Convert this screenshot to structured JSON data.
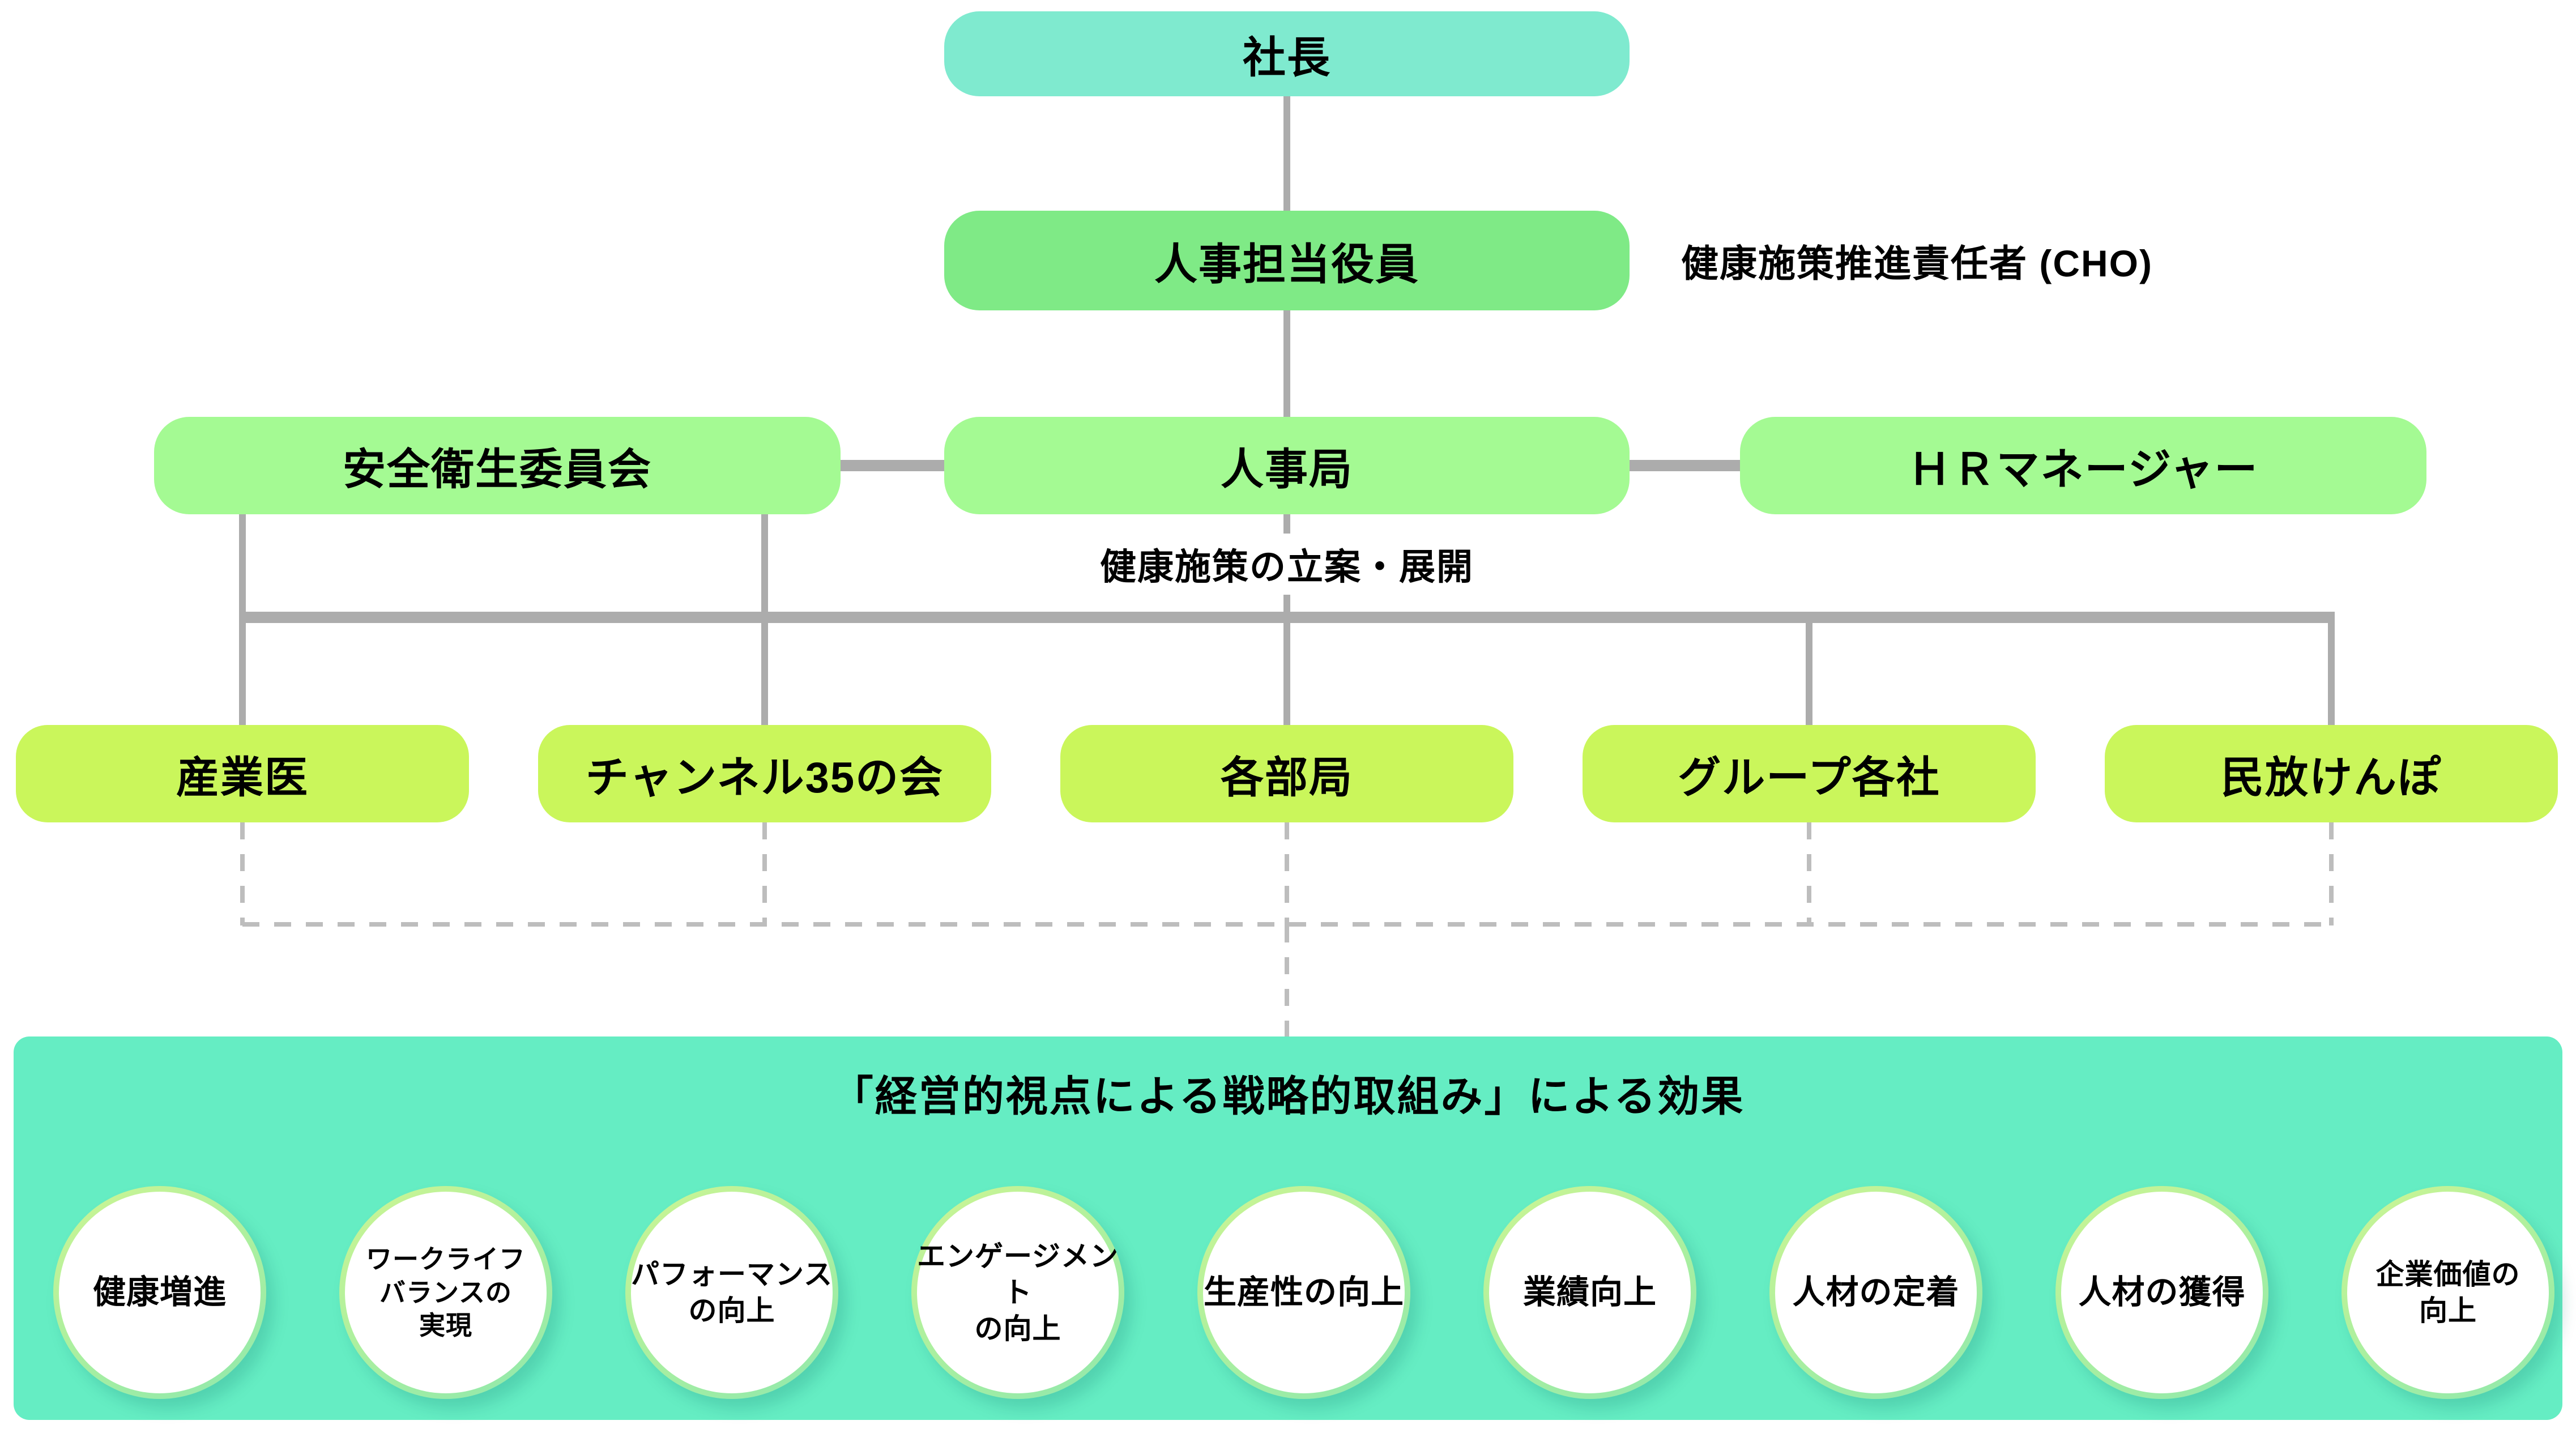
{
  "org": {
    "president": "社長",
    "hr_executive": "人事担当役員",
    "cho_note": "健康施策推進責任者 (CHO)",
    "row3": [
      {
        "label": "安全衛生委員会"
      },
      {
        "label": "人事局"
      },
      {
        "label": "ＨＲマネージャー"
      }
    ],
    "planning_note": "健康施策の立案・展開",
    "row4": [
      {
        "label": "産業医"
      },
      {
        "label": "チャンネル35の会"
      },
      {
        "label": "各部局"
      },
      {
        "label": "グループ各社"
      },
      {
        "label": "民放けんぽ"
      }
    ]
  },
  "effects": {
    "title": "「経営的視点による戦略的取組み」による効果",
    "items": [
      {
        "label": "健康増進"
      },
      {
        "label": "ワークライフ\nバランスの\n実現"
      },
      {
        "label": "パフォーマンス\nの向上"
      },
      {
        "label": "エンゲージメント\nの向上"
      },
      {
        "label": "生産性の向上"
      },
      {
        "label": "業績向上"
      },
      {
        "label": "人材の定着"
      },
      {
        "label": "人材の獲得"
      },
      {
        "label": "企業価値の\n向上"
      }
    ]
  },
  "colors": {
    "president_box": "#7feacf",
    "executive_box": "#7fea86",
    "level3_box": "#a4fa93",
    "level4_box": "#caf65b",
    "effects_panel": "#65edc3",
    "connector": "#acacac",
    "dashed_connector": "#bdbdbd",
    "circle_ring_top": "#cdf593",
    "circle_ring_bottom": "#8fe8ad"
  }
}
